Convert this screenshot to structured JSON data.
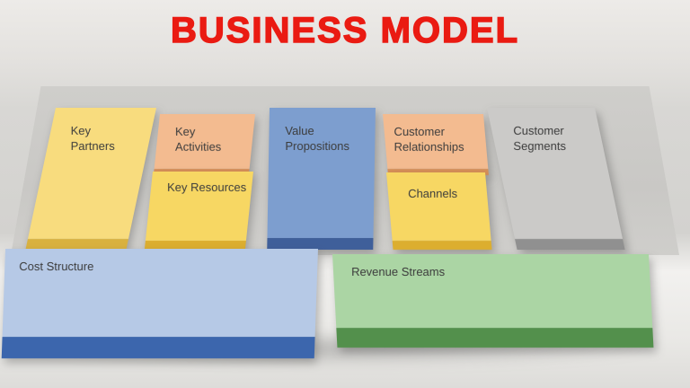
{
  "title": "BUSINESS MODEL",
  "title_color": "#ea1b12",
  "blocks": {
    "key_partners": {
      "label": "Key Partners",
      "color": "#f8dc7e",
      "edge_color": "#d9b13f"
    },
    "key_activities": {
      "label": "Key Activities",
      "color": "#f3bb90",
      "edge_color": "#d78f57"
    },
    "key_resources": {
      "label": "Key Resources",
      "color": "#f7d763",
      "edge_color": "#dcae2f"
    },
    "value_propositions": {
      "label": "Value Propositions",
      "color": "#7d9ecf",
      "edge_color": "#3f5f9a"
    },
    "customer_relationships": {
      "label": "Customer Relationships",
      "color": "#f3bb90",
      "edge_color": "#d78f57"
    },
    "channels": {
      "label": "Channels",
      "color": "#f7d763",
      "edge_color": "#dcae2f"
    },
    "customer_segments": {
      "label": "Customer Segments",
      "color": "#cbcac8",
      "edge_color": "#909090"
    },
    "cost_structure": {
      "label": "Cost Structure",
      "color": "#b6c9e6",
      "edge_color": "#3c66ad"
    },
    "revenue_streams": {
      "label": "Revenue Streams",
      "color": "#abd5a4",
      "edge_color": "#53904c"
    }
  }
}
